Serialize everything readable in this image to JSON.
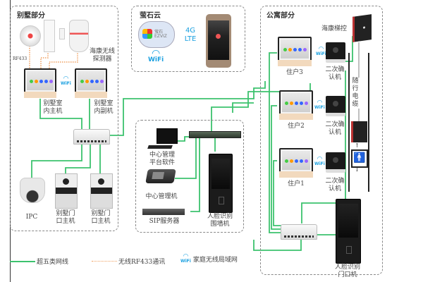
{
  "zones": {
    "villa": {
      "title": "别墅部分"
    },
    "cloud": {
      "title": "萤石云"
    },
    "apartment": {
      "title": "公寓部分"
    }
  },
  "villa": {
    "rf_label": "RF433",
    "detector_label": "海康无线\n探测器",
    "indoor_main_label": "别墅室\n内主机",
    "indoor_sub_label": "别墅室\n内副机",
    "ipc_label": "IPC",
    "door_station_1_label": "别墅门\n口主机",
    "door_station_2_label": "别墅门\n口主机"
  },
  "cloud": {
    "brand_cn": "萤石",
    "brand_en": "EZVIZ",
    "network_label": "4G\nLTE",
    "wifi_label": "WiFi"
  },
  "center": {
    "platform_label": "中心管理\n平台软件",
    "manager_label": "中心管理机",
    "sip_label": "SIP服务器",
    "face_fence_label": "人脸识别\n围墙机"
  },
  "apartment": {
    "elevator_control_label": "海康梯控",
    "cable_label": "随\n行\n电\n缆",
    "residents": [
      {
        "label": "住户3",
        "confirm_label": "二次确\n认机"
      },
      {
        "label": "住户2",
        "confirm_label": "二次确\n认机"
      },
      {
        "label": "住户1",
        "confirm_label": "二次确\n认机"
      }
    ],
    "face_door_label": "人脸识别\n门口机"
  },
  "wifi_text": "WiFi",
  "legend": {
    "cat5": "超五类网线",
    "rf433": "无线RF433通讯",
    "wlan": "家庭无线局域网"
  },
  "colors": {
    "cat5_line": "#3cc26e",
    "rf_line": "#f0a060",
    "wifi": "#1aa0e0",
    "zone_border": "#888888"
  }
}
